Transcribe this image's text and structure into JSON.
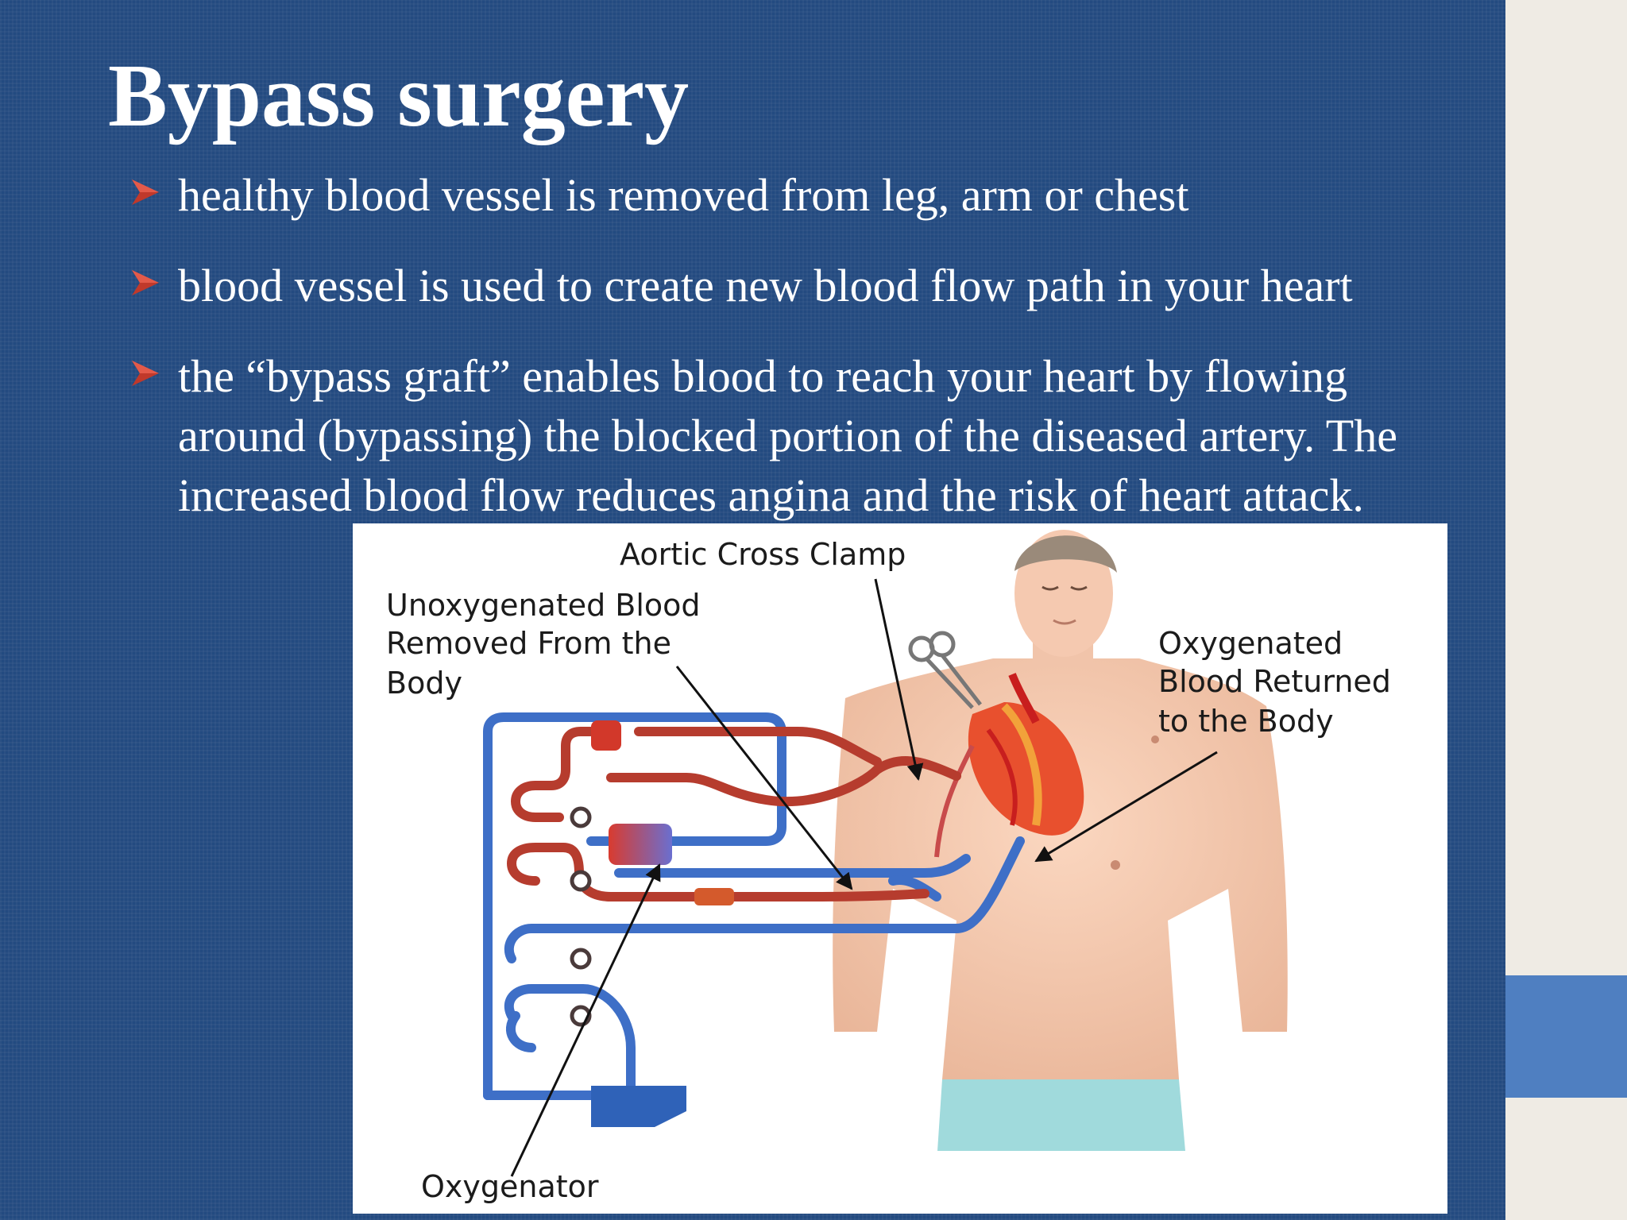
{
  "slide": {
    "title": "Bypass surgery",
    "bullets": [
      " healthy blood vessel is removed from leg, arm or chest",
      " blood vessel is used to create new blood flow path in your heart",
      " the “bypass graft” enables blood to reach your heart by flowing\naround (bypassing) the blocked portion of the diseased artery. The\nincreased blood flow reduces angina and the risk of heart attack."
    ],
    "bullet_icon": "arrowhead-bullet-icon",
    "colors": {
      "background": "#234a80",
      "accent": "#4f7fc1",
      "bullet_arrow": "#c0392b"
    }
  },
  "figure": {
    "labels": {
      "aortic_clamp": "Aortic Cross Clamp",
      "unoxy_1": "Unoxygenated Blood",
      "unoxy_2": "Removed From the",
      "unoxy_3": "Body",
      "oxy_1": "Oxygenated",
      "oxy_2": "Blood Returned",
      "oxy_3": "to the Body",
      "oxygenator": "Oxygenator"
    }
  }
}
